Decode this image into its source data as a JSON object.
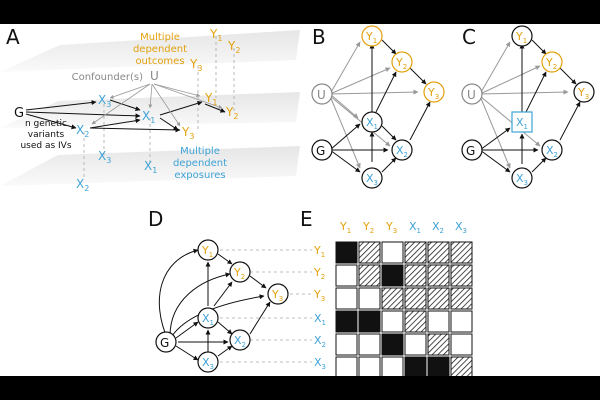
{
  "panel_labels": {
    "a": "A",
    "b": "B",
    "c": "C",
    "d": "D",
    "e": "E"
  },
  "panel_a": {
    "outcomes_label": [
      "Multiple",
      "dependent",
      "outcomes"
    ],
    "exposures_label": [
      "Multiple",
      "dependent",
      "exposures"
    ],
    "confounder_label": "Confounder(s)",
    "genetic_label": [
      "n genetic",
      "variants",
      "used as IVs"
    ],
    "G": "G",
    "U": "U"
  },
  "node_letters": {
    "G": "G",
    "U": "U",
    "X": "X",
    "Y": "Y"
  },
  "subscripts": {
    "1": "1",
    "2": "2",
    "3": "3"
  },
  "colors": {
    "outcome": "#e3a10d",
    "exposure": "#3ea3d6",
    "confounder": "#888888",
    "genetic": "#111111"
  },
  "panel_e_matrix": {
    "columns": [
      "Y1*",
      "Y2*",
      "Y3*",
      "X1*",
      "X2*",
      "X3*"
    ],
    "rows": [
      "Y1*",
      "Y2*",
      "Y3*",
      "X1*",
      "X2*",
      "X3*"
    ],
    "cells": [
      [
        "black",
        "hatch",
        "white",
        "hatch",
        "hatch",
        "hatch"
      ],
      [
        "white",
        "hatch",
        "black",
        "hatch",
        "hatch",
        "hatch"
      ],
      [
        "white",
        "white",
        "hatch",
        "hatch",
        "hatch",
        "hatch"
      ],
      [
        "black",
        "black",
        "white",
        "hatch",
        "white",
        "white"
      ],
      [
        "white",
        "white",
        "black",
        "white",
        "hatch",
        "white"
      ],
      [
        "white",
        "white",
        "white",
        "black",
        "black",
        "hatch"
      ]
    ]
  }
}
